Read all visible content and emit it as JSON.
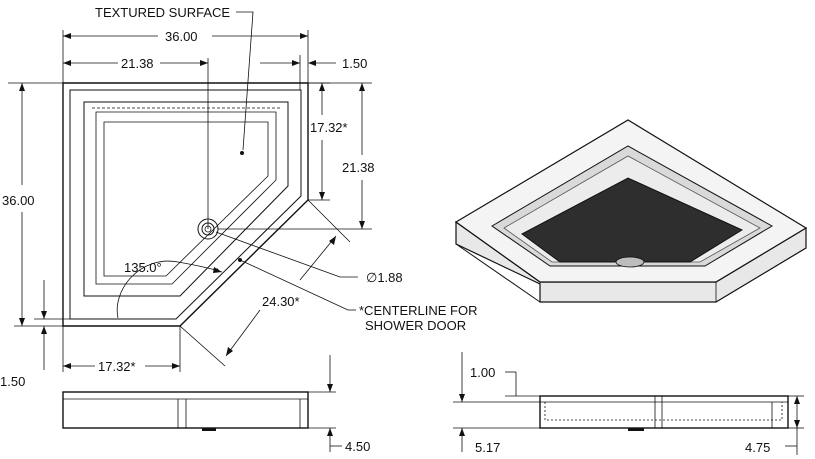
{
  "labels": {
    "textured_surface": "TEXTURED SURFACE",
    "width_overall": "36.00",
    "top_left_run": "21.38",
    "top_right_offset": "1.50",
    "right_face": "17.32*",
    "right_run": "21.38",
    "height_overall": "36.00",
    "bottom_left_offset": "1.50",
    "bottom_face": "17.32*",
    "angle": "135.0°",
    "drain_diameter": "∅1.88",
    "door_width": "24.30*",
    "centerline_line1": "*CENTERLINE FOR",
    "centerline_line2": "SHOWER DOOR",
    "front_height": "4.50",
    "side_top": "1.00",
    "side_offset": "5.17",
    "side_height": "4.75"
  }
}
